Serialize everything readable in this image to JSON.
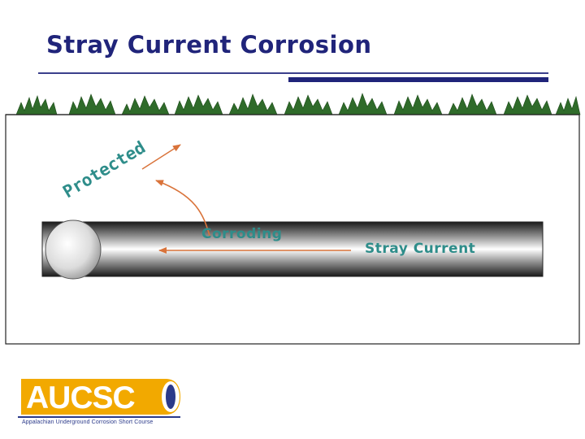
{
  "slide": {
    "title": "Stray Current Corrosion"
  },
  "diagram": {
    "protected_label": "Protected",
    "corroding_label": "Corroding",
    "stray_current_label": "Stray Current"
  },
  "logo": {
    "text": "AUCSC",
    "subtitle": "Appalachian Underground Corrosion Short Course"
  },
  "colors": {
    "title": "#20247a",
    "label": "#2e8d8a",
    "arrow": "#d9733a",
    "grass": "#2f6b2a",
    "logo_yellow": "#f2a900"
  }
}
